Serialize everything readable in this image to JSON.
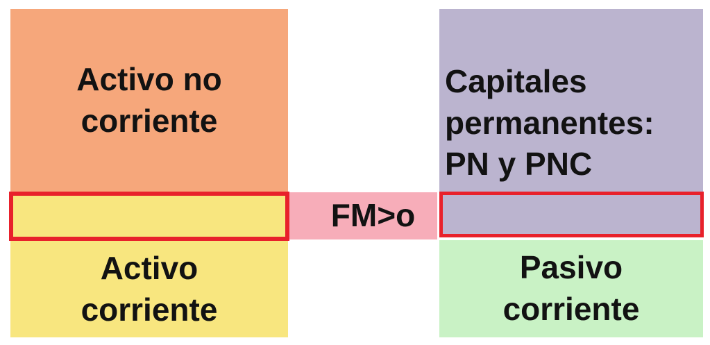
{
  "diagram": {
    "blocks": {
      "activo_no_corriente": {
        "label": "Activo no\ncorriente",
        "color": "#F6A77B"
      },
      "activo_corriente": {
        "label": "Activo\ncorriente",
        "color": "#F8E67F"
      },
      "capitales_permanentes": {
        "label": "Capitales\npermanentes:\nPN y PNC",
        "color": "#BBB4CF"
      },
      "pasivo_corriente": {
        "label": "Pasivo\ncorriente",
        "color": "#C9F2C5"
      }
    },
    "fm_band": {
      "label": "FM>o",
      "color": "#F7ADB9"
    },
    "highlight": {
      "border_color": "#E8212B"
    },
    "text_color": "#121212",
    "background_color": "#FFFFFF"
  }
}
